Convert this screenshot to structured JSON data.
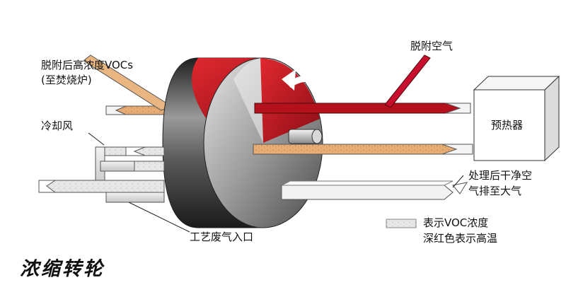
{
  "labels": {
    "desorbed_voc_line1": "脱附后高浓度VOCs",
    "desorbed_voc_line2": "(至焚烧炉)",
    "desorption_air": "脱附空气",
    "cooling_air": "冷却风",
    "preheater": "预热器",
    "clean_exhaust_line1": "处理后干净空",
    "clean_exhaust_line2": "气排至大气",
    "legend_line1": "表示VOC浓度",
    "legend_line2": "深红色表示高温",
    "process_inlet": "工艺废气入口"
  },
  "title": "浓缩转轮",
  "colors": {
    "hot_red": "#c8102e",
    "sand": "#e8b27c",
    "steel_dark": "#3a3a3a",
    "steel_light": "#d9d9d9"
  }
}
